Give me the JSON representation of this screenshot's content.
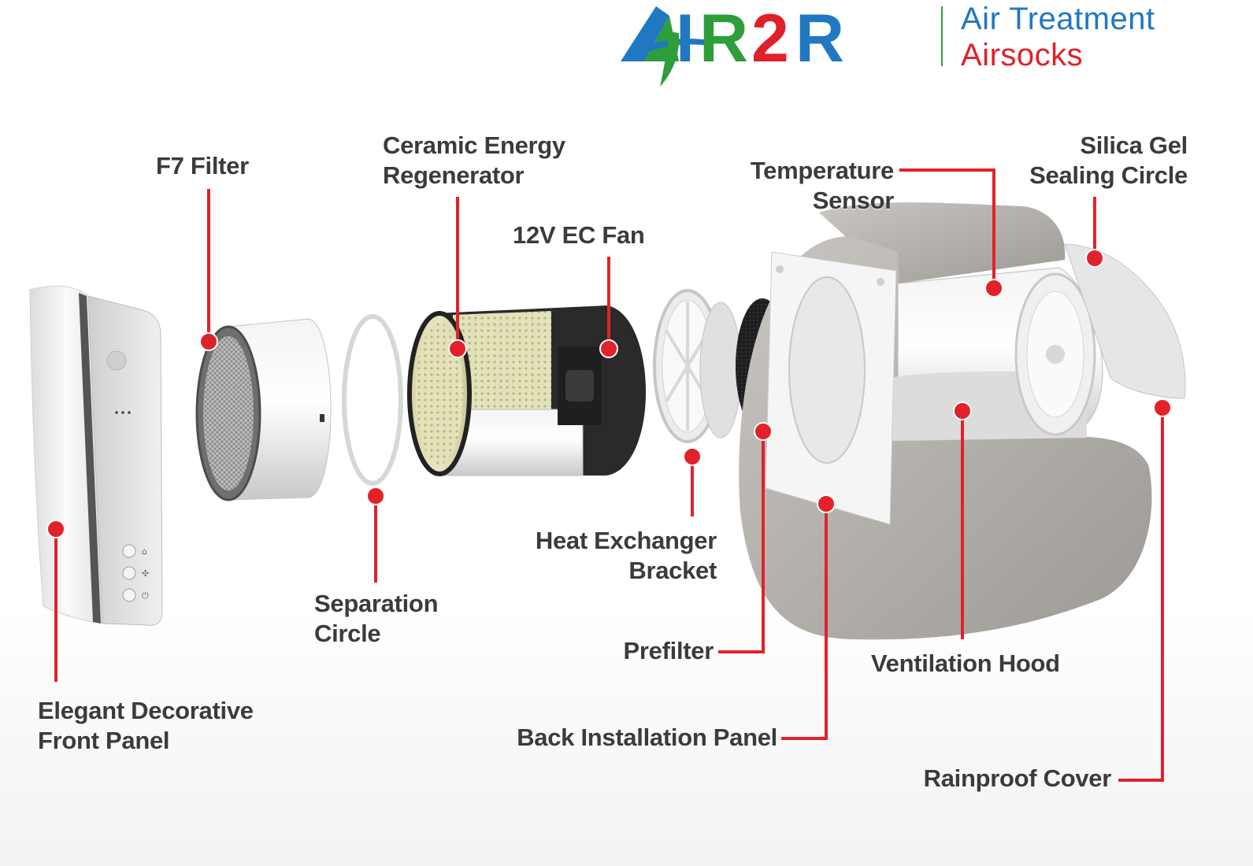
{
  "brand": {
    "logo_letters": {
      "a": "A",
      "i": "I",
      "r1": "R",
      "two": "2",
      "r2": "R"
    },
    "tagline_line1": "Air Treatment",
    "tagline_line2": "Airsocks",
    "colors": {
      "blue": "#1f78c1",
      "green": "#2e9e3b",
      "red": "#e0202a"
    }
  },
  "labels": {
    "front_panel": [
      "Elegant Decorative",
      "Front Panel"
    ],
    "f7_filter": [
      "F7 Filter"
    ],
    "ceramic": [
      "Ceramic Energy",
      "Regenerator"
    ],
    "fan": [
      "12V EC Fan"
    ],
    "separation": [
      "Separation",
      "Circle"
    ],
    "bracket": [
      "Heat Exchanger",
      "Bracket"
    ],
    "prefilter": [
      "Prefilter"
    ],
    "back_panel": [
      "Back Installation Panel"
    ],
    "temp_sensor": [
      "Temperature",
      "Sensor"
    ],
    "silica": [
      "Silica Gel",
      "Sealing Circle"
    ],
    "hood": [
      "Ventilation Hood"
    ],
    "rainproof": [
      "Rainproof Cover"
    ]
  },
  "colors": {
    "leader": "#e1222b",
    "label_text": "#3b3b3b"
  }
}
